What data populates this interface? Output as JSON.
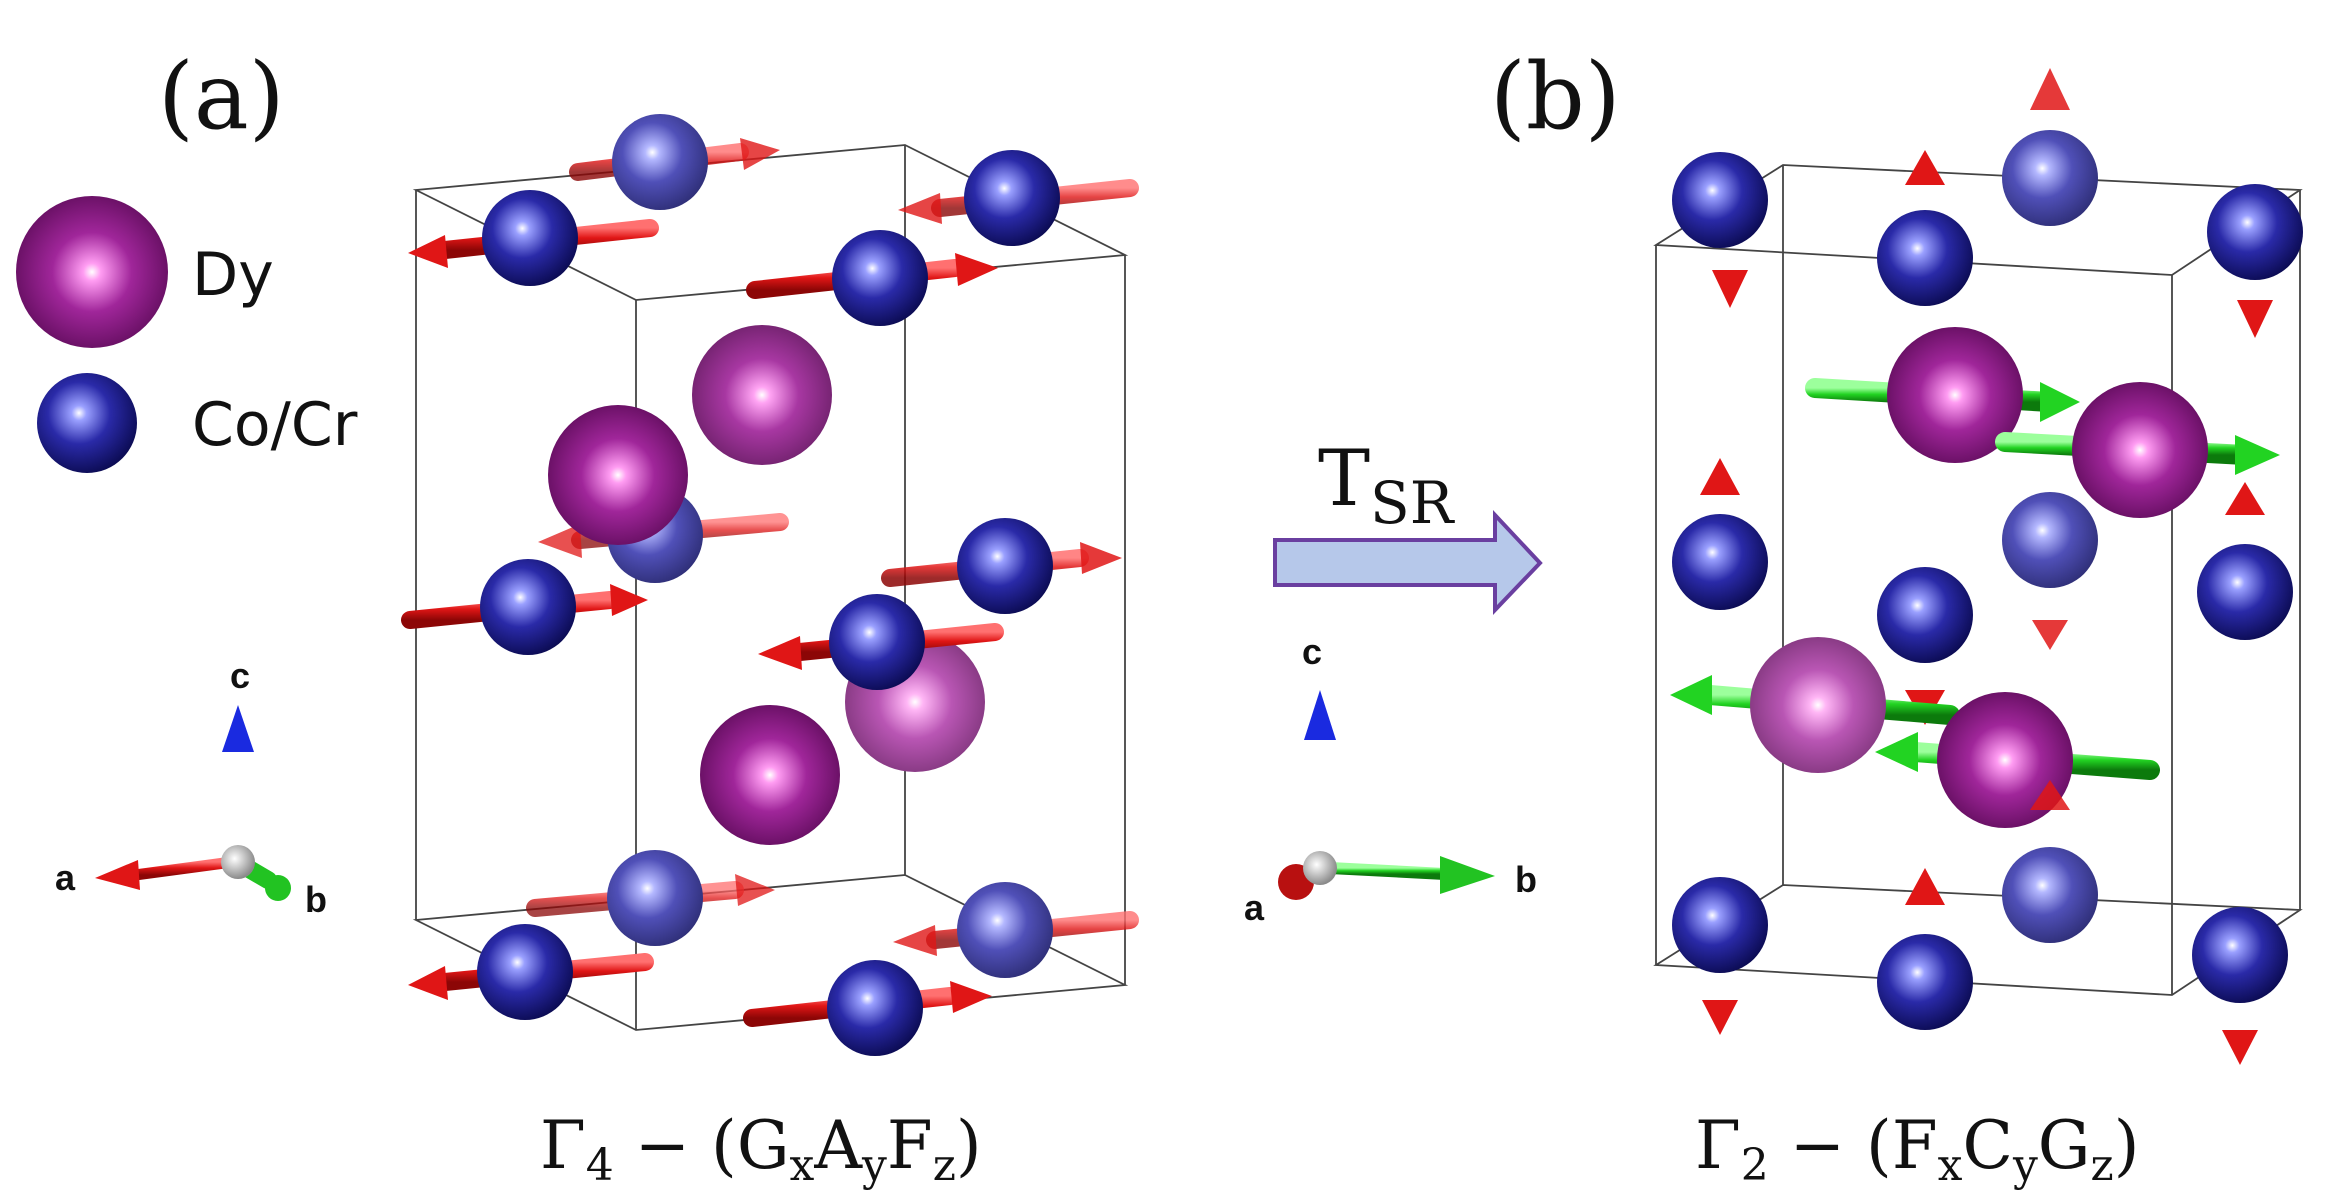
{
  "panel_a": {
    "label": "(a)",
    "legend": [
      {
        "label": "Dy"
      },
      {
        "label": "Co/Cr"
      }
    ],
    "axes": {
      "c": "c",
      "a": "a",
      "b": "b"
    },
    "caption": {
      "gamma": "Γ",
      "gamma_sub": "4",
      "dash": " − (",
      "t1": "G",
      "s1": "x",
      "t2": "A",
      "s2": "y",
      "t3": "F",
      "s3": "z",
      "close": ")"
    }
  },
  "transition": {
    "label": "T",
    "sub": "SR"
  },
  "panel_b": {
    "label": "(b)",
    "axes": {
      "c": "c",
      "a": "a",
      "b": "b"
    },
    "caption": {
      "gamma": "Γ",
      "gamma_sub": "2",
      "dash": " − (",
      "t1": "F",
      "s1": "x",
      "t2": "C",
      "s2": "y",
      "t3": "G",
      "s3": "z",
      "close": ")"
    }
  },
  "colors": {
    "dy": "#8a1a80",
    "co_cr": "#1a1a8c",
    "spin_co": "#e01616",
    "spin_dy": "#22d322",
    "axis_a": "#e01616",
    "axis_b": "#22c322",
    "axis_c": "#1a2ae0",
    "arrow_fill": "#b6c8ea",
    "arrow_stroke": "#6a3fa0"
  },
  "icons": {
    "co_cr": "blue-sphere-icon",
    "dy": "purple-sphere-icon",
    "spin": "spin-arrow-icon",
    "transition": "right-arrow-icon"
  }
}
